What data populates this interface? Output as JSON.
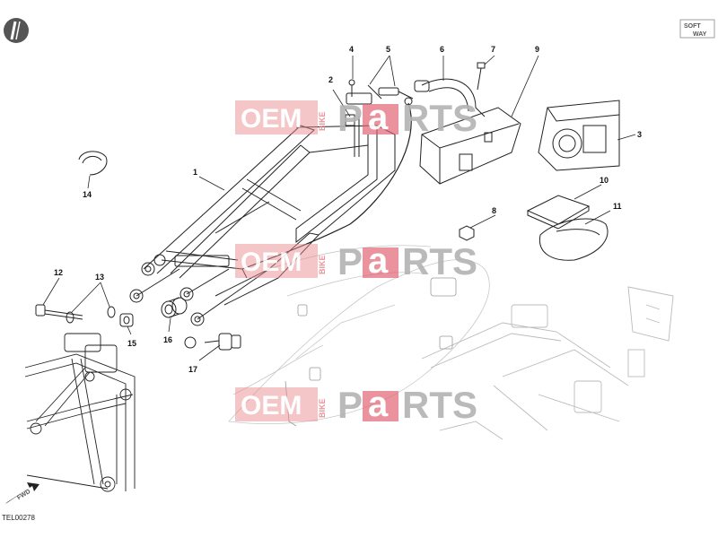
{
  "diagram": {
    "drawing_code": "TEL00278",
    "fwd_label": "FWD",
    "logo": {
      "top": "SOFT",
      "bottom": "WAY"
    },
    "watermark": {
      "oem": "OEM",
      "bike": "BIKE",
      "parts_p": "P",
      "parts_a": "a",
      "parts_rts": "RTS"
    },
    "accent_color": "#e06070",
    "callouts": [
      "1",
      "2",
      "3",
      "4",
      "5",
      "6",
      "7",
      "8",
      "9",
      "10",
      "11",
      "12",
      "13",
      "14",
      "15",
      "16",
      "17"
    ]
  }
}
